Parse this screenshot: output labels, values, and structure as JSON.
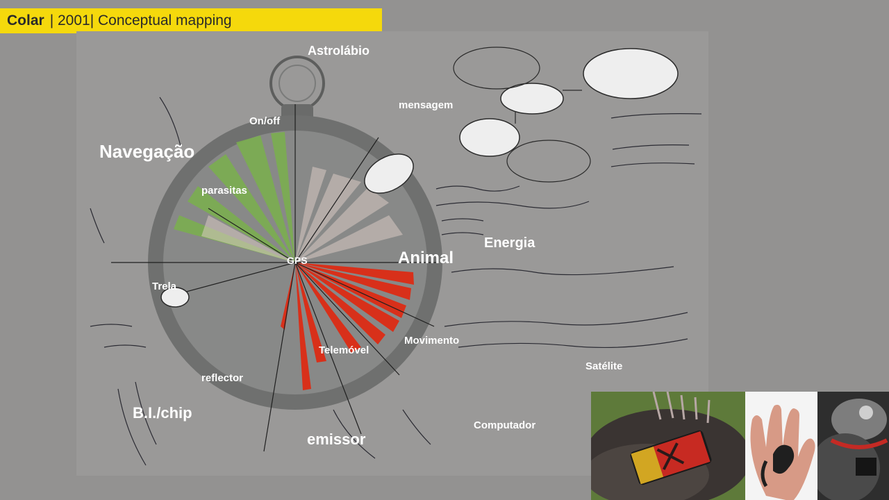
{
  "title": {
    "project": "Colar",
    "rest": "| 2001| Conceptual mapping"
  },
  "labels": {
    "astrolabio": "Astrolábio",
    "mensagem": "mensagem",
    "onoff": "On/off",
    "navegacao": "Navegação",
    "parasitas": "parasitas",
    "gps": "GPS",
    "animal": "Animal",
    "energia": "Energia",
    "trela": "Trela",
    "movimento": "Movimento",
    "telemovel": "Telemóvel",
    "reflector": "reflector",
    "satelite": "Satélite",
    "bichip": "B.I./chip",
    "emissor": "emissor",
    "computador": "Computador"
  },
  "colors": {
    "background": "#939291",
    "title_bar": "#f5d90c",
    "dial": "#6f706f",
    "red_wedge": "#d8301a",
    "green_wedge": "#7bb04d",
    "label": "#ffffff"
  },
  "photos": [
    "collar-device-on-dog-photo",
    "device-in-hand-photo",
    "dog-with-collar-photo"
  ]
}
